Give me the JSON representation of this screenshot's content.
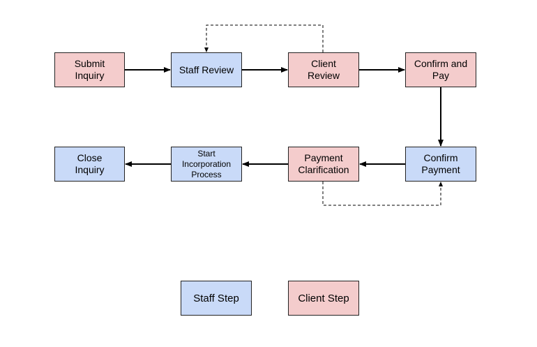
{
  "colors": {
    "staff": "#c9daf8",
    "client": "#f4cccc",
    "border": "#222222"
  },
  "steps": {
    "submit_inquiry": {
      "label": "Submit\nInquiry",
      "role": "client"
    },
    "staff_review": {
      "label": "Staff Review",
      "role": "staff"
    },
    "client_review": {
      "label": "Client\nReview",
      "role": "client"
    },
    "confirm_and_pay": {
      "label": "Confirm and\nPay",
      "role": "client"
    },
    "confirm_payment": {
      "label": "Confirm\nPayment",
      "role": "staff"
    },
    "payment_clarification": {
      "label": "Payment\nClarification",
      "role": "client"
    },
    "start_incorporation": {
      "label": "Start\nIncorporation\nProcess",
      "role": "staff"
    },
    "close_inquiry": {
      "label": "Close\nInquiry",
      "role": "staff"
    }
  },
  "legend": {
    "staff": {
      "label": "Staff Step"
    },
    "client": {
      "label": "Client Step"
    }
  },
  "flows": [
    {
      "from": "submit_inquiry",
      "to": "staff_review",
      "style": "solid"
    },
    {
      "from": "staff_review",
      "to": "client_review",
      "style": "solid"
    },
    {
      "from": "client_review",
      "to": "staff_review",
      "style": "dashed"
    },
    {
      "from": "client_review",
      "to": "confirm_and_pay",
      "style": "solid"
    },
    {
      "from": "confirm_and_pay",
      "to": "confirm_payment",
      "style": "solid"
    },
    {
      "from": "confirm_payment",
      "to": "payment_clarification",
      "style": "solid"
    },
    {
      "from": "payment_clarification",
      "to": "confirm_payment",
      "style": "dashed"
    },
    {
      "from": "payment_clarification",
      "to": "start_incorporation",
      "style": "solid"
    },
    {
      "from": "start_incorporation",
      "to": "close_inquiry",
      "style": "solid"
    }
  ]
}
